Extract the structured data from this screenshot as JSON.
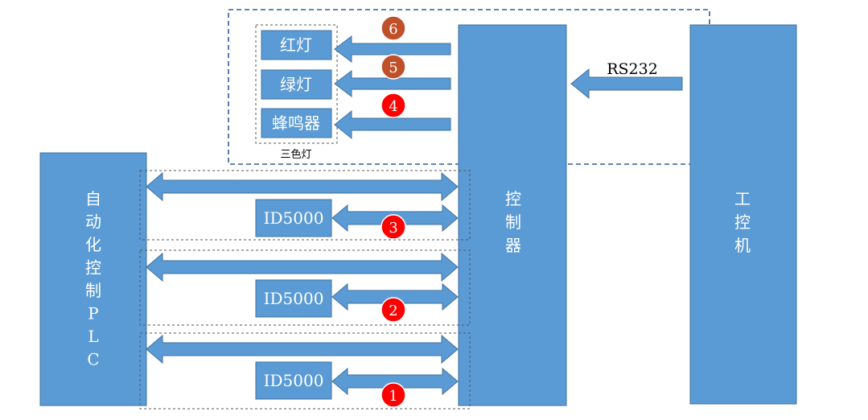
{
  "plc": {
    "label_chars": [
      "自",
      "动",
      "化",
      "控",
      "制",
      "P",
      "L",
      "C"
    ]
  },
  "controller": {
    "label_chars": [
      "控",
      "制",
      "器"
    ]
  },
  "ipc": {
    "label_chars": [
      "工",
      "控",
      "机"
    ]
  },
  "tricolor_light": {
    "caption": "三色灯",
    "items": [
      "红灯",
      "绿灯",
      "蜂鸣器"
    ]
  },
  "rs232_label": "RS232",
  "channels": [
    {
      "device": "ID5000",
      "badge": "3"
    },
    {
      "device": "ID5000",
      "badge": "2"
    },
    {
      "device": "ID5000",
      "badge": "1"
    }
  ],
  "light_badges": [
    "6",
    "5",
    "4"
  ],
  "colors": {
    "block_fill": "#5b9bd5",
    "block_stroke": "#41719c",
    "badge_red": "#ff0000",
    "badge_orange": "#c0502a"
  }
}
